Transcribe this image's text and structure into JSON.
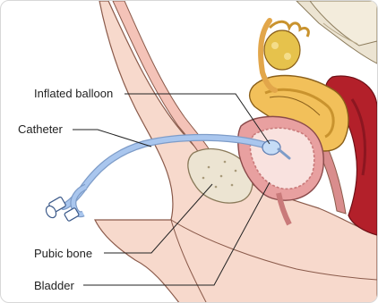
{
  "labels": {
    "inflated_balloon": "Inflated balloon",
    "catheter": "Catheter",
    "pubic_bone": "Pubic bone",
    "bladder": "Bladder"
  },
  "colors": {
    "skin": "#f7d9cc",
    "skin_outline": "#8a5a4a",
    "bone": "#ece4d2",
    "bladder_wall": "#e8a0a0",
    "bladder_inner": "#f9e2df",
    "uterus": "#f2c05a",
    "rectum": "#b3202a",
    "catheter": "#a9c6ee",
    "leader_line": "#222222"
  }
}
